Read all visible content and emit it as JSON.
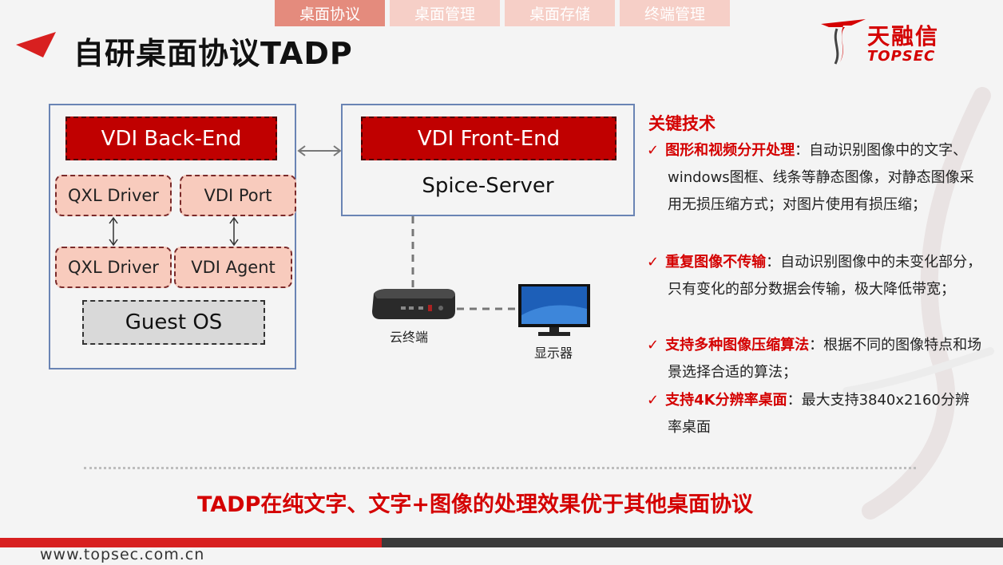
{
  "tabs": [
    "桌面协议",
    "桌面管理",
    "桌面存储",
    "终端管理"
  ],
  "page_title": "自研桌面协议TADP",
  "brand": {
    "name": "天融信",
    "sub": "TOPSEC",
    "accent": "#d40000"
  },
  "diagram": {
    "backend": {
      "title": "VDI Back-End",
      "qxl_driver_top": "QXL Driver",
      "vdi_port": "VDI Port",
      "qxl_driver_bottom": "QXL Driver",
      "vdi_agent": "VDI Agent",
      "guest_os": "Guest OS"
    },
    "frontend": {
      "title": "VDI Front-End",
      "server": "Spice-Server"
    },
    "cloud_terminal_label": "云终端",
    "monitor_label": "显示器"
  },
  "key_tech": {
    "heading": "关键技术",
    "items": [
      {
        "title": "图形和视频分开处理",
        "sep": "：",
        "text": "自动识别图像中的文字、windows图框、线条等静态图像，对静态图像采用无损压缩方式；对图片使用有损压缩；"
      },
      {
        "title": "重复图像不传输",
        "sep": "：",
        "text": "自动识别图像中的未变化部分，只有变化的部分数据会传输，极大降低带宽；"
      },
      {
        "title": "支持多种图像压缩算法",
        "sep": "：",
        "text": "根据不同的图像特点和场景选择合适的算法；"
      },
      {
        "title": "支持4K分辨率桌面",
        "sep": "：",
        "text": "最大支持3840x2160分辨率桌面"
      }
    ]
  },
  "conclusion": "TADP在纯文字、文字+图像的处理效果优于其他桌面协议",
  "footer_url": "www.topsec.com.cn"
}
